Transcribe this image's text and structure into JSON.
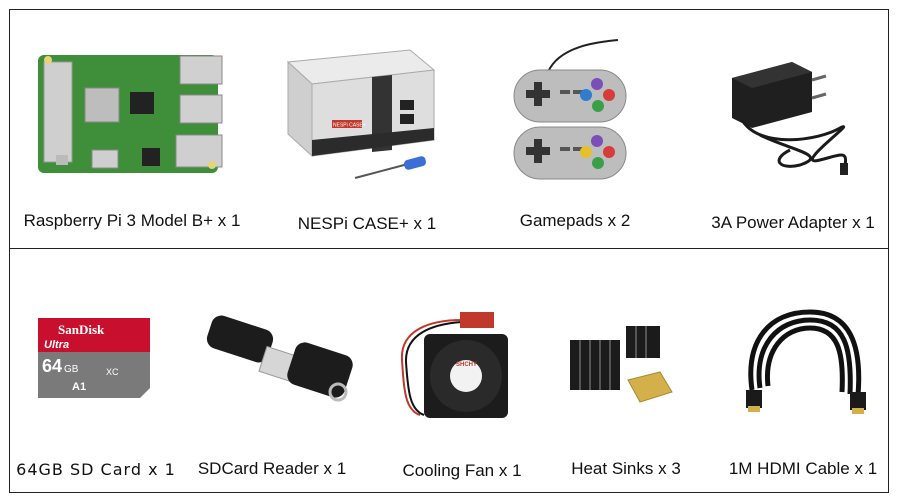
{
  "row1": [
    {
      "label": "Raspberry Pi 3 Model B+ x 1",
      "icon": "raspberry-pi-board-icon"
    },
    {
      "label": "NESPi CASE+ x 1",
      "icon": "nespi-case-icon"
    },
    {
      "label": "Gamepads x 2",
      "icon": "gamepad-icon"
    },
    {
      "label": "3A Power Adapter x 1",
      "icon": "power-adapter-icon"
    }
  ],
  "row2": [
    {
      "label": "64GB SD Card x 1",
      "icon": "sd-card-icon"
    },
    {
      "label": "SDCard Reader x 1",
      "icon": "card-reader-icon"
    },
    {
      "label": "Cooling Fan x 1",
      "icon": "cooling-fan-icon"
    },
    {
      "label": "Heat Sinks x 3",
      "icon": "heat-sink-icon"
    },
    {
      "label": "1M HDMI Cable x 1",
      "icon": "hdmi-cable-icon"
    }
  ],
  "sd_card": {
    "brand": "SanDisk",
    "line": "Ultra",
    "capacity": "64",
    "unit": "GB",
    "spec1": "A1",
    "spec2": "XC"
  },
  "case_badge": "NESPi CASE+",
  "fan_brand": "SHCHY",
  "colors": {
    "pcb": "#3f8f3a",
    "case": "#d9d9d9",
    "gamepad": "#b9b9b9",
    "sd_red": "#c8102e",
    "sd_gray": "#7a7a7a",
    "black": "#1a1a1a",
    "gold": "#d4b04a"
  }
}
